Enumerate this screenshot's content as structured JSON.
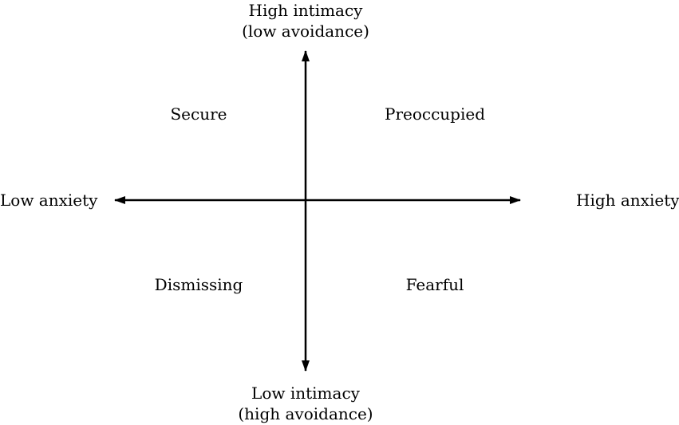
{
  "axes": {
    "top": {
      "line1": "High intimacy",
      "line2": "(low avoidance)"
    },
    "bottom": {
      "line1": "Low intimacy",
      "line2": "(high avoidance)"
    },
    "left": "Low anxiety",
    "right": "High anxiety"
  },
  "quadrants": {
    "top_left": "Secure",
    "top_right": "Preoccupied",
    "bottom_left": "Dismissing",
    "bottom_right": "Fearful"
  },
  "colors": {
    "line": "#000000",
    "background": "#ffffff"
  }
}
